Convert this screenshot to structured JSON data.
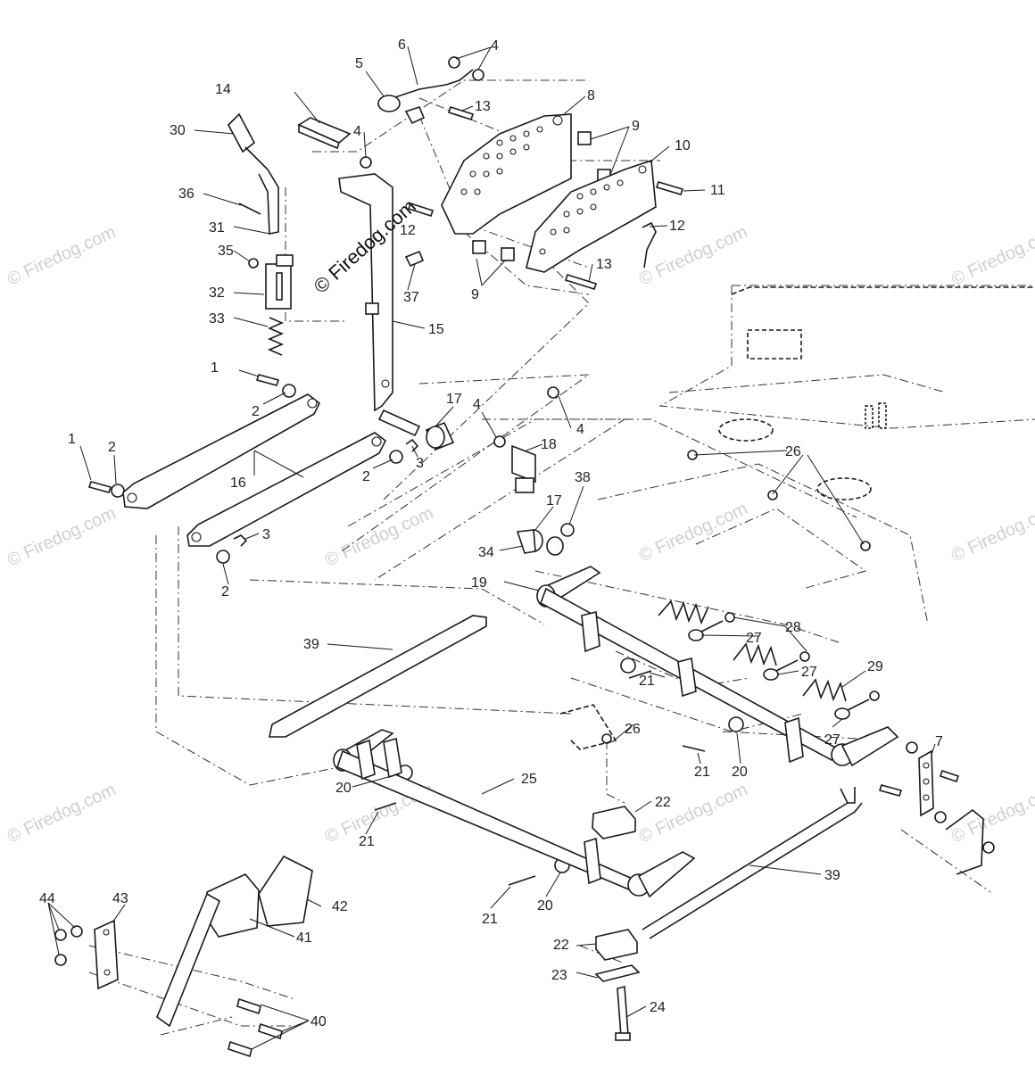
{
  "watermark": "© Firedog.com",
  "center_watermark": "© Firedog.com",
  "part_labels": [
    "1",
    "2",
    "3",
    "4",
    "5",
    "6",
    "7",
    "8",
    "9",
    "10",
    "11",
    "12",
    "13",
    "14",
    "15",
    "16",
    "17",
    "18",
    "19",
    "20",
    "21",
    "22",
    "23",
    "24",
    "25",
    "26",
    "27",
    "28",
    "29",
    "30",
    "31",
    "32",
    "33",
    "34",
    "35",
    "36",
    "37",
    "38",
    "39",
    "40",
    "41",
    "42",
    "43",
    "44"
  ],
  "colors": {
    "line": "#1a1a1a",
    "watermark": "#cfcfcf",
    "background": "#ffffff"
  }
}
